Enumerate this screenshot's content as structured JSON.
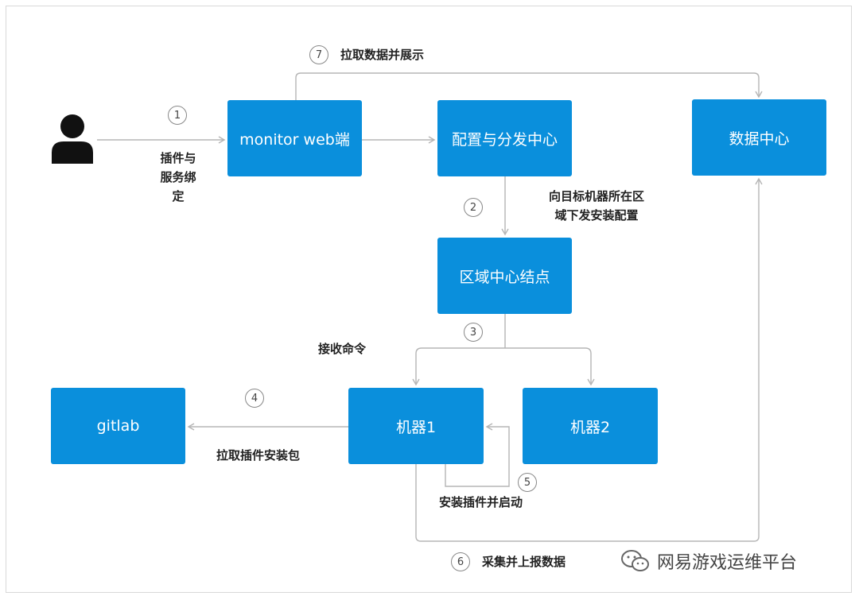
{
  "nodes": {
    "monitor_web": "monitor web端",
    "config_center": "配置与分发中心",
    "data_center": "数据中心",
    "region_node": "区域中心结点",
    "machine1": "机器1",
    "machine2": "机器2",
    "gitlab": "gitlab"
  },
  "steps": {
    "s1": "1",
    "s2": "2",
    "s3": "3",
    "s4": "4",
    "s5": "5",
    "s6": "6",
    "s7": "7"
  },
  "labels": {
    "l7": "拉取数据并展示",
    "l1_line1": "插件与",
    "l1_line2": "服务绑",
    "l1_line3": "定",
    "l2_line1": "向目标机器所在区",
    "l2_line2": "域下发安装配置",
    "l3": "接收命令",
    "l4": "拉取插件安装包",
    "l5": "安装插件并启动",
    "l6": "采集并上报数据"
  },
  "watermark": "网易游戏运维平台",
  "colors": {
    "node": "#0a8fdc",
    "line": "#b5b5b5"
  }
}
